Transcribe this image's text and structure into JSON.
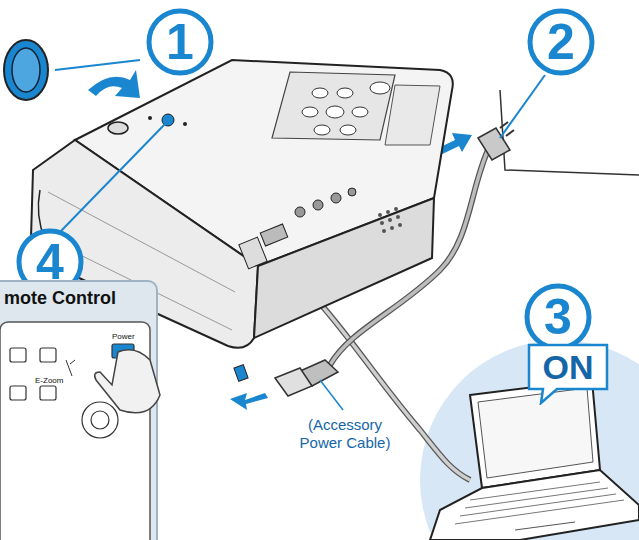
{
  "diagram": {
    "nodes": [
      {
        "text": [
          "1"
        ]
      },
      {
        "text": [
          "2"
        ]
      },
      {
        "text": [
          "3"
        ]
      },
      {
        "text": [
          "ON"
        ]
      },
      {
        "text": [
          "4"
        ]
      },
      {
        "text": [
          "mote Control"
        ]
      }
    ],
    "labels": [
      "(Accessory Power Cable)",
      "Power",
      "E-Zoom"
    ]
  }
}
